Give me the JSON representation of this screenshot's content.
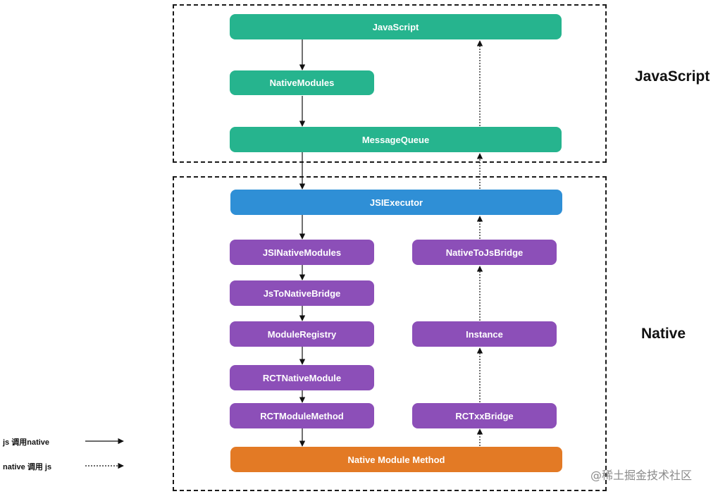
{
  "regions": {
    "javascript": {
      "label": "JavaScript"
    },
    "native": {
      "label": "Native"
    }
  },
  "nodes": {
    "javascript": "JavaScript",
    "native_modules": "NativeModules",
    "message_queue": "MessageQueue",
    "jsi_executor": "JSIExecutor",
    "jsi_native_modules": "JSINativeModules",
    "js_to_native_bridge": "JsToNativeBridge",
    "module_registry": "ModuleRegistry",
    "rct_native_module": "RCTNativeModule",
    "rct_module_method": "RCTModuleMethod",
    "native_to_js_bridge": "NativeToJsBridge",
    "instance": "Instance",
    "rct_xx_bridge": "RCTxxBridge",
    "native_module_method": "Native Module Method"
  },
  "legend": {
    "solid": "js 调用native",
    "dashed": "native 调用 js"
  },
  "watermark": "@稀土掘金技术社区",
  "colors": {
    "green": "#26b48e",
    "blue": "#2f8fd6",
    "purple": "#8c4fb8",
    "orange": "#e37a25"
  }
}
